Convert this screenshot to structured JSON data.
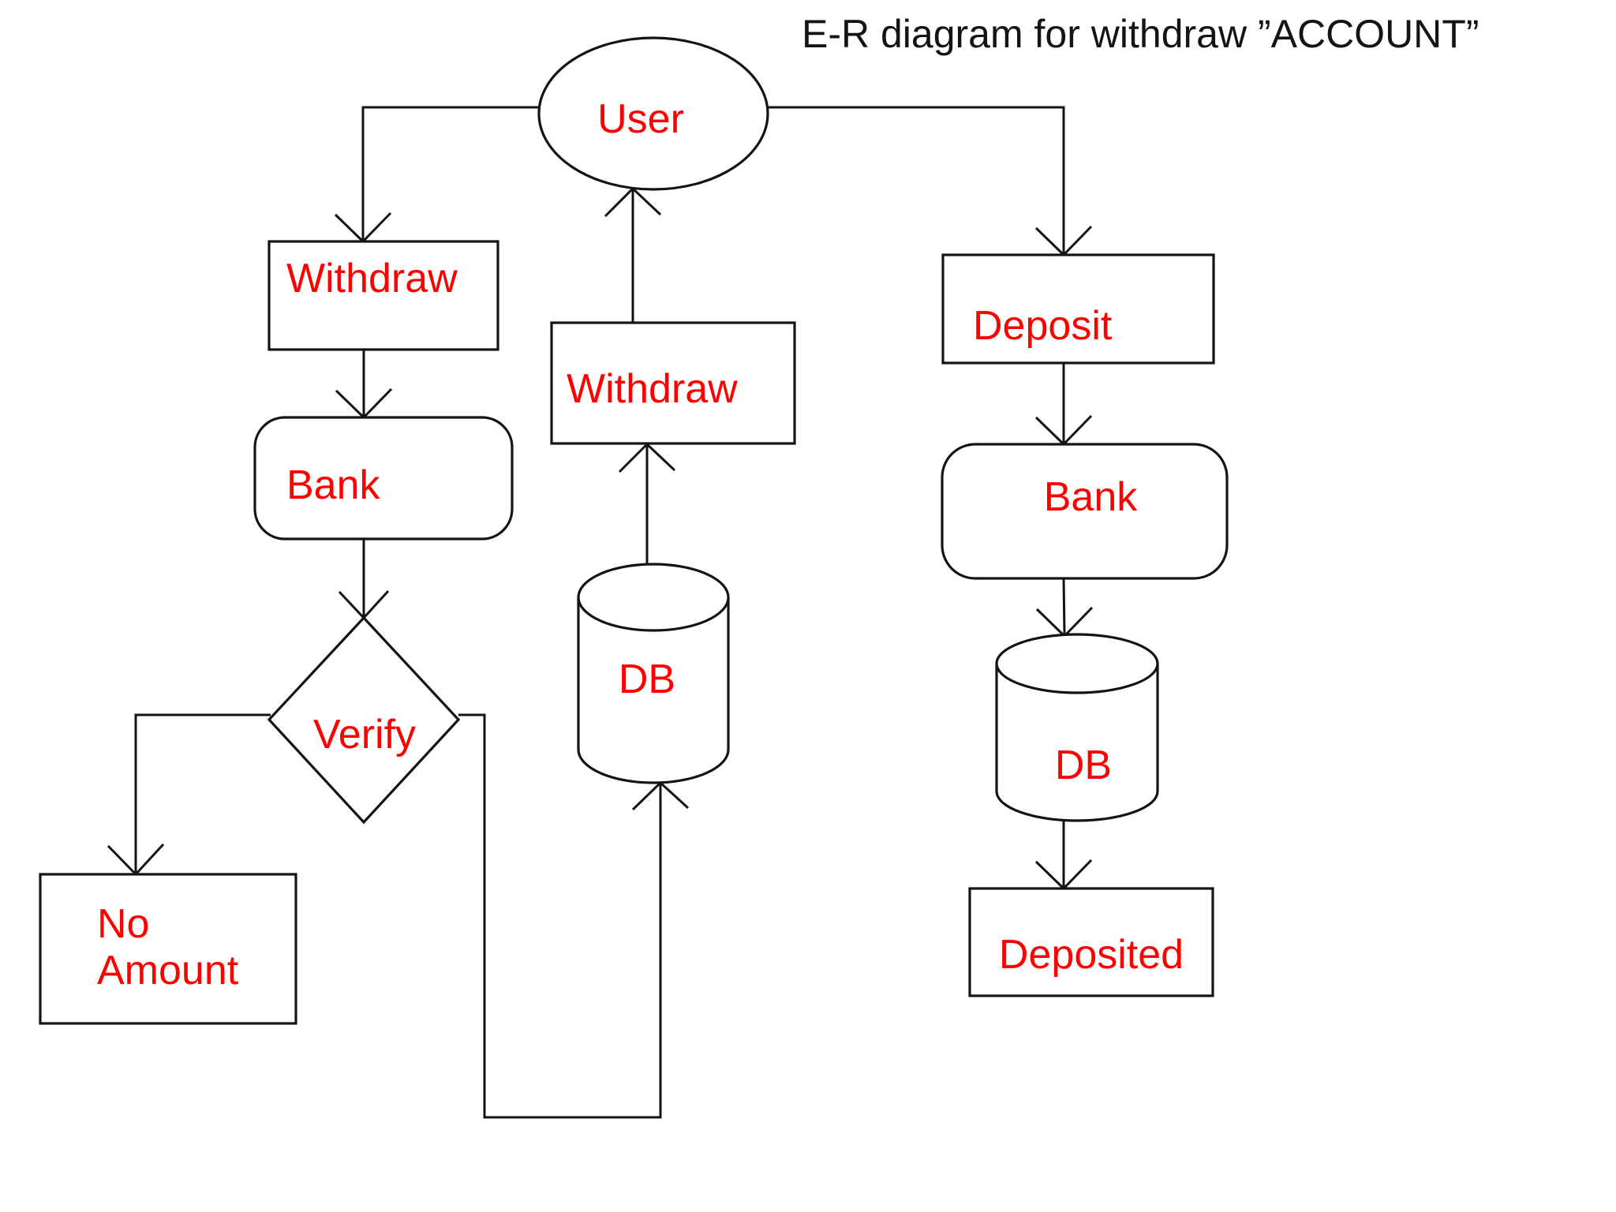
{
  "title": "E-R diagram for withdraw ”ACCOUNT”",
  "colors": {
    "label": "#FF0000",
    "title": "#141414",
    "line": "#141414",
    "background": "#FFFFFF"
  },
  "nodes": {
    "user": {
      "label": "User",
      "shape": "ellipse"
    },
    "withdraw_left": {
      "label": "Withdraw",
      "shape": "rectangle"
    },
    "bank_left": {
      "label": "Bank",
      "shape": "rounded-rectangle"
    },
    "verify": {
      "label": "Verify",
      "shape": "diamond"
    },
    "no_amount": {
      "label_line1": "No",
      "label_line2": "Amount",
      "shape": "rectangle"
    },
    "withdraw_middle": {
      "label": "Withdraw",
      "shape": "rectangle"
    },
    "db_middle": {
      "label": "DB",
      "shape": "cylinder"
    },
    "deposit": {
      "label": "Deposit",
      "shape": "rectangle"
    },
    "bank_right": {
      "label": "Bank",
      "shape": "rounded-rectangle"
    },
    "db_right": {
      "label": "DB",
      "shape": "cylinder"
    },
    "deposited": {
      "label": "Deposited",
      "shape": "rectangle"
    }
  },
  "edges": [
    {
      "from": "User",
      "to": "Withdraw (left)"
    },
    {
      "from": "Withdraw (left)",
      "to": "Bank (left)"
    },
    {
      "from": "Bank (left)",
      "to": "Verify"
    },
    {
      "from": "Verify",
      "to": "No Amount"
    },
    {
      "from": "Verify",
      "to": "DB (middle)"
    },
    {
      "from": "DB (middle)",
      "to": "Withdraw (middle)"
    },
    {
      "from": "Withdraw (middle)",
      "to": "User"
    },
    {
      "from": "User",
      "to": "Deposit"
    },
    {
      "from": "Deposit",
      "to": "Bank (right)"
    },
    {
      "from": "Bank (right)",
      "to": "DB (right)"
    },
    {
      "from": "DB (right)",
      "to": "Deposited"
    }
  ]
}
